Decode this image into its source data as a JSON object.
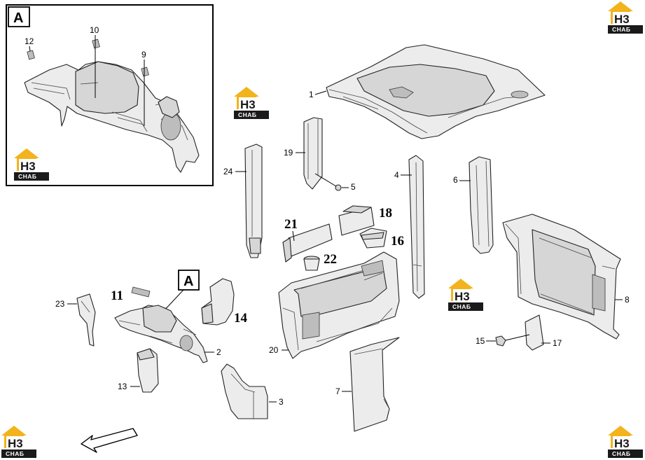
{
  "detail_view": {
    "label": "A",
    "callouts": [
      "12",
      "10",
      "9"
    ]
  },
  "reference_marker": {
    "label": "A"
  },
  "watermark": {
    "main": "H3",
    "sub": "СНАБ"
  },
  "callouts": {
    "c1": "1",
    "c2": "2",
    "c3": "3",
    "c4": "4",
    "c5": "5",
    "c6": "6",
    "c7": "7",
    "c8": "8",
    "c11": "11",
    "c13": "13",
    "c14": "14",
    "c15": "15",
    "c16": "16",
    "c17": "17",
    "c18": "18",
    "c19": "19",
    "c20": "20",
    "c21": "21",
    "c22": "22",
    "c23": "23",
    "c24": "24"
  },
  "colors": {
    "logo_accent": "#f2b31c",
    "logo_dark": "#1a1a1a",
    "line": "#000000"
  },
  "icons": {
    "direction_arrow": "front-direction-arrow-icon"
  }
}
